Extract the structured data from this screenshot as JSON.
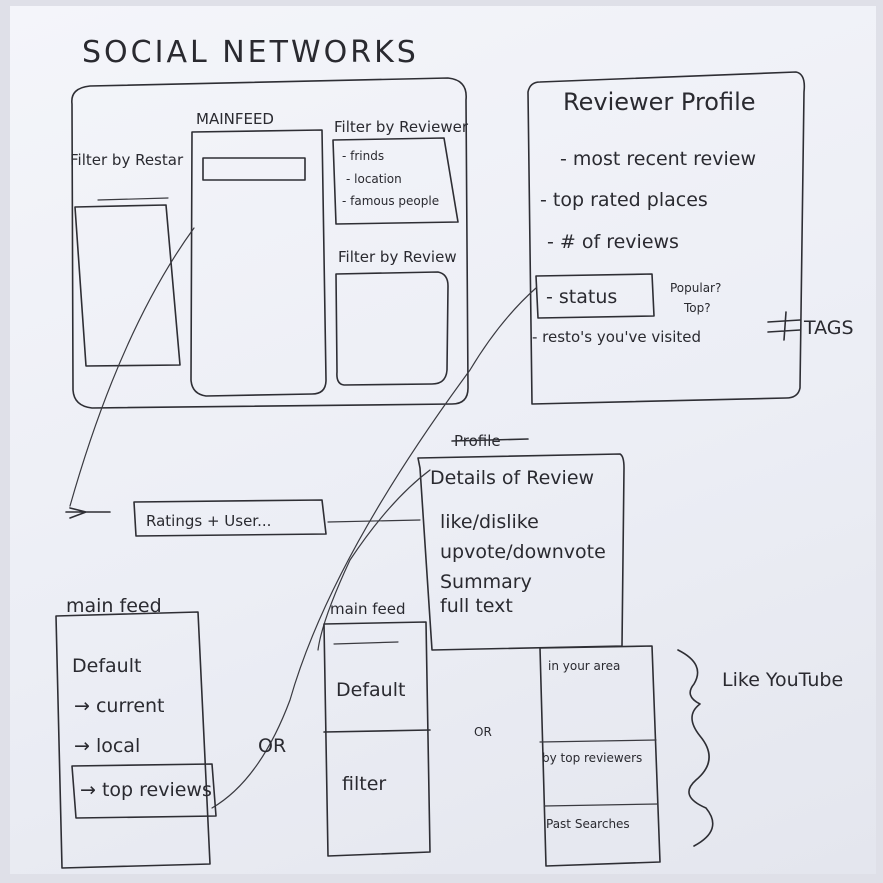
{
  "page_title": "SOCIAL NETWORKS",
  "main_wireframe": {
    "filter_by_restaurant_label": "Filter by Restar",
    "main_feed_label": "MAINFEED",
    "filter_by_reviewer_label": "Filter by Reviewer",
    "reviewer_filter_items": [
      "- frinds",
      "- location",
      "- famous people"
    ],
    "filter_by_review_label": "Filter by Review"
  },
  "reviewer_profile": {
    "title": "Reviewer Profile",
    "items": [
      "- most recent review",
      "- top rated places",
      "- # of reviews"
    ],
    "status_label": "- status",
    "status_note": [
      "Popular?",
      "Top?"
    ],
    "restos_item": "- resto's you've visited",
    "tags_label": "TAGS"
  },
  "review_details": {
    "struck_heading": "Profile",
    "heading": "Details of Review",
    "items": [
      "like/dislike",
      "upvote/downvote",
      "Summary",
      "full text"
    ]
  },
  "ratings_box_label": "Ratings + User...",
  "main_feed_option_1": {
    "title": "main feed",
    "items": [
      "Default",
      "→ current",
      "→ local"
    ],
    "highlighted_item": "→ top reviews"
  },
  "or_label_1": "OR",
  "main_feed_option_2": {
    "title": "main feed",
    "default_label": "Default",
    "filter_label": "filter"
  },
  "or_label_2": "OR",
  "youtube_style": {
    "rows": [
      "in your area",
      "by top reviewers",
      "Past Searches"
    ],
    "note": "Like YouTube"
  }
}
